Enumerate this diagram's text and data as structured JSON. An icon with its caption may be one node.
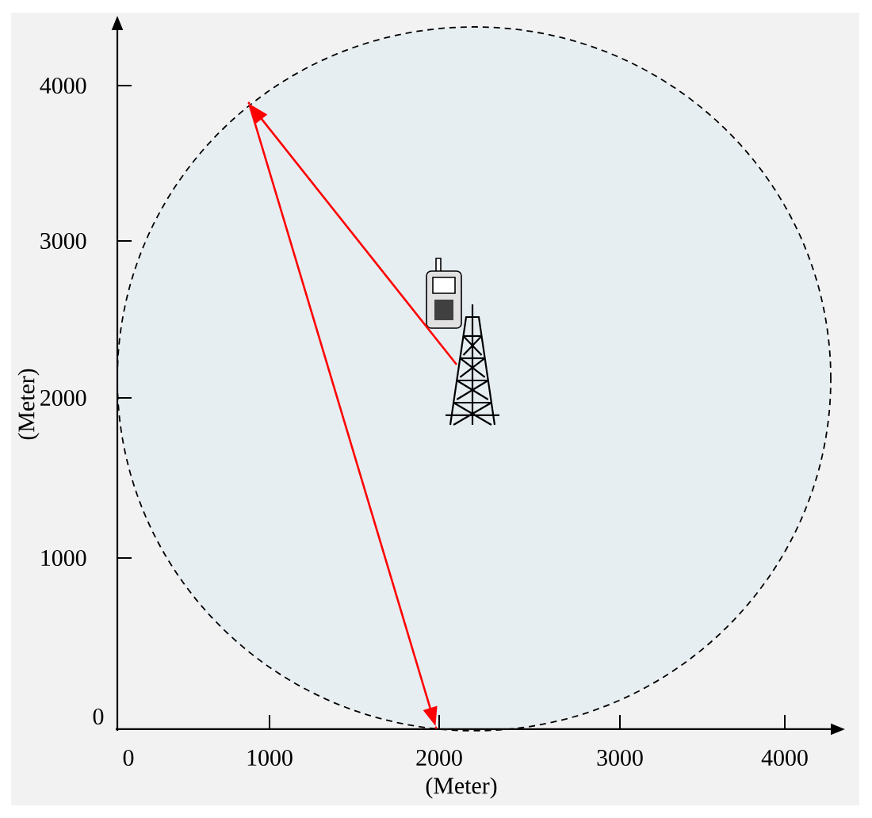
{
  "diagram": {
    "nodes": [
      {
        "text": [],
        "shape": "picture"
      },
      {
        "text": [],
        "shape": "point"
      },
      {
        "text": [],
        "shape": "point"
      }
    ],
    "edges": [
      {
        "from": 0,
        "to": 1,
        "arrow": "to"
      },
      {
        "from": 1,
        "to": 2,
        "arrow": "to"
      }
    ],
    "labels": [
      "4000",
      "3000",
      "2000",
      "(Meter)",
      "1000",
      "0",
      "0",
      "1000",
      "2000",
      "3000",
      "4000",
      "(Meter)"
    ]
  }
}
